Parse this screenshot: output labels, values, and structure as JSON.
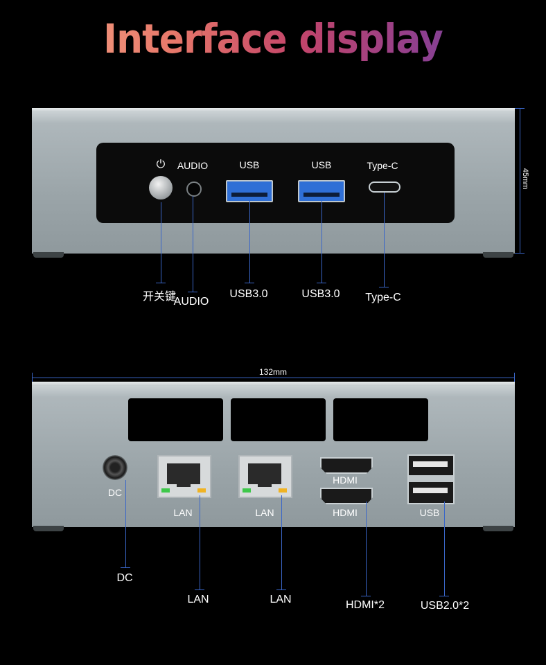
{
  "title": "Interface display",
  "front": {
    "panel_labels": {
      "power_icon": "⏻",
      "audio": "AUDIO",
      "usb_left": "USB",
      "usb_right": "USB",
      "typec": "Type-C"
    },
    "callouts": {
      "power": "开关键",
      "audio": "AUDIO",
      "usb30_a": "USB3.0",
      "usb30_b": "USB3.0",
      "typec": "Type-C"
    },
    "height_dim": "45mm"
  },
  "rear": {
    "width_dim": "132mm",
    "panel_labels": {
      "dc": "DC",
      "lan1": "LAN",
      "lan2": "LAN",
      "hdmi_top": "HDMI",
      "hdmi_bottom": "HDMI",
      "usb": "USB"
    },
    "callouts": {
      "dc": "DC",
      "lan1": "LAN",
      "lan2": "LAN",
      "hdmi": "HDMI*2",
      "usb": "USB2.0*2"
    }
  },
  "colors": {
    "accent_line": "#3a66c8",
    "usb3_blue": "#2f6fd6",
    "lan_led_green": "#3ec84a",
    "lan_led_amber": "#f0b323"
  }
}
